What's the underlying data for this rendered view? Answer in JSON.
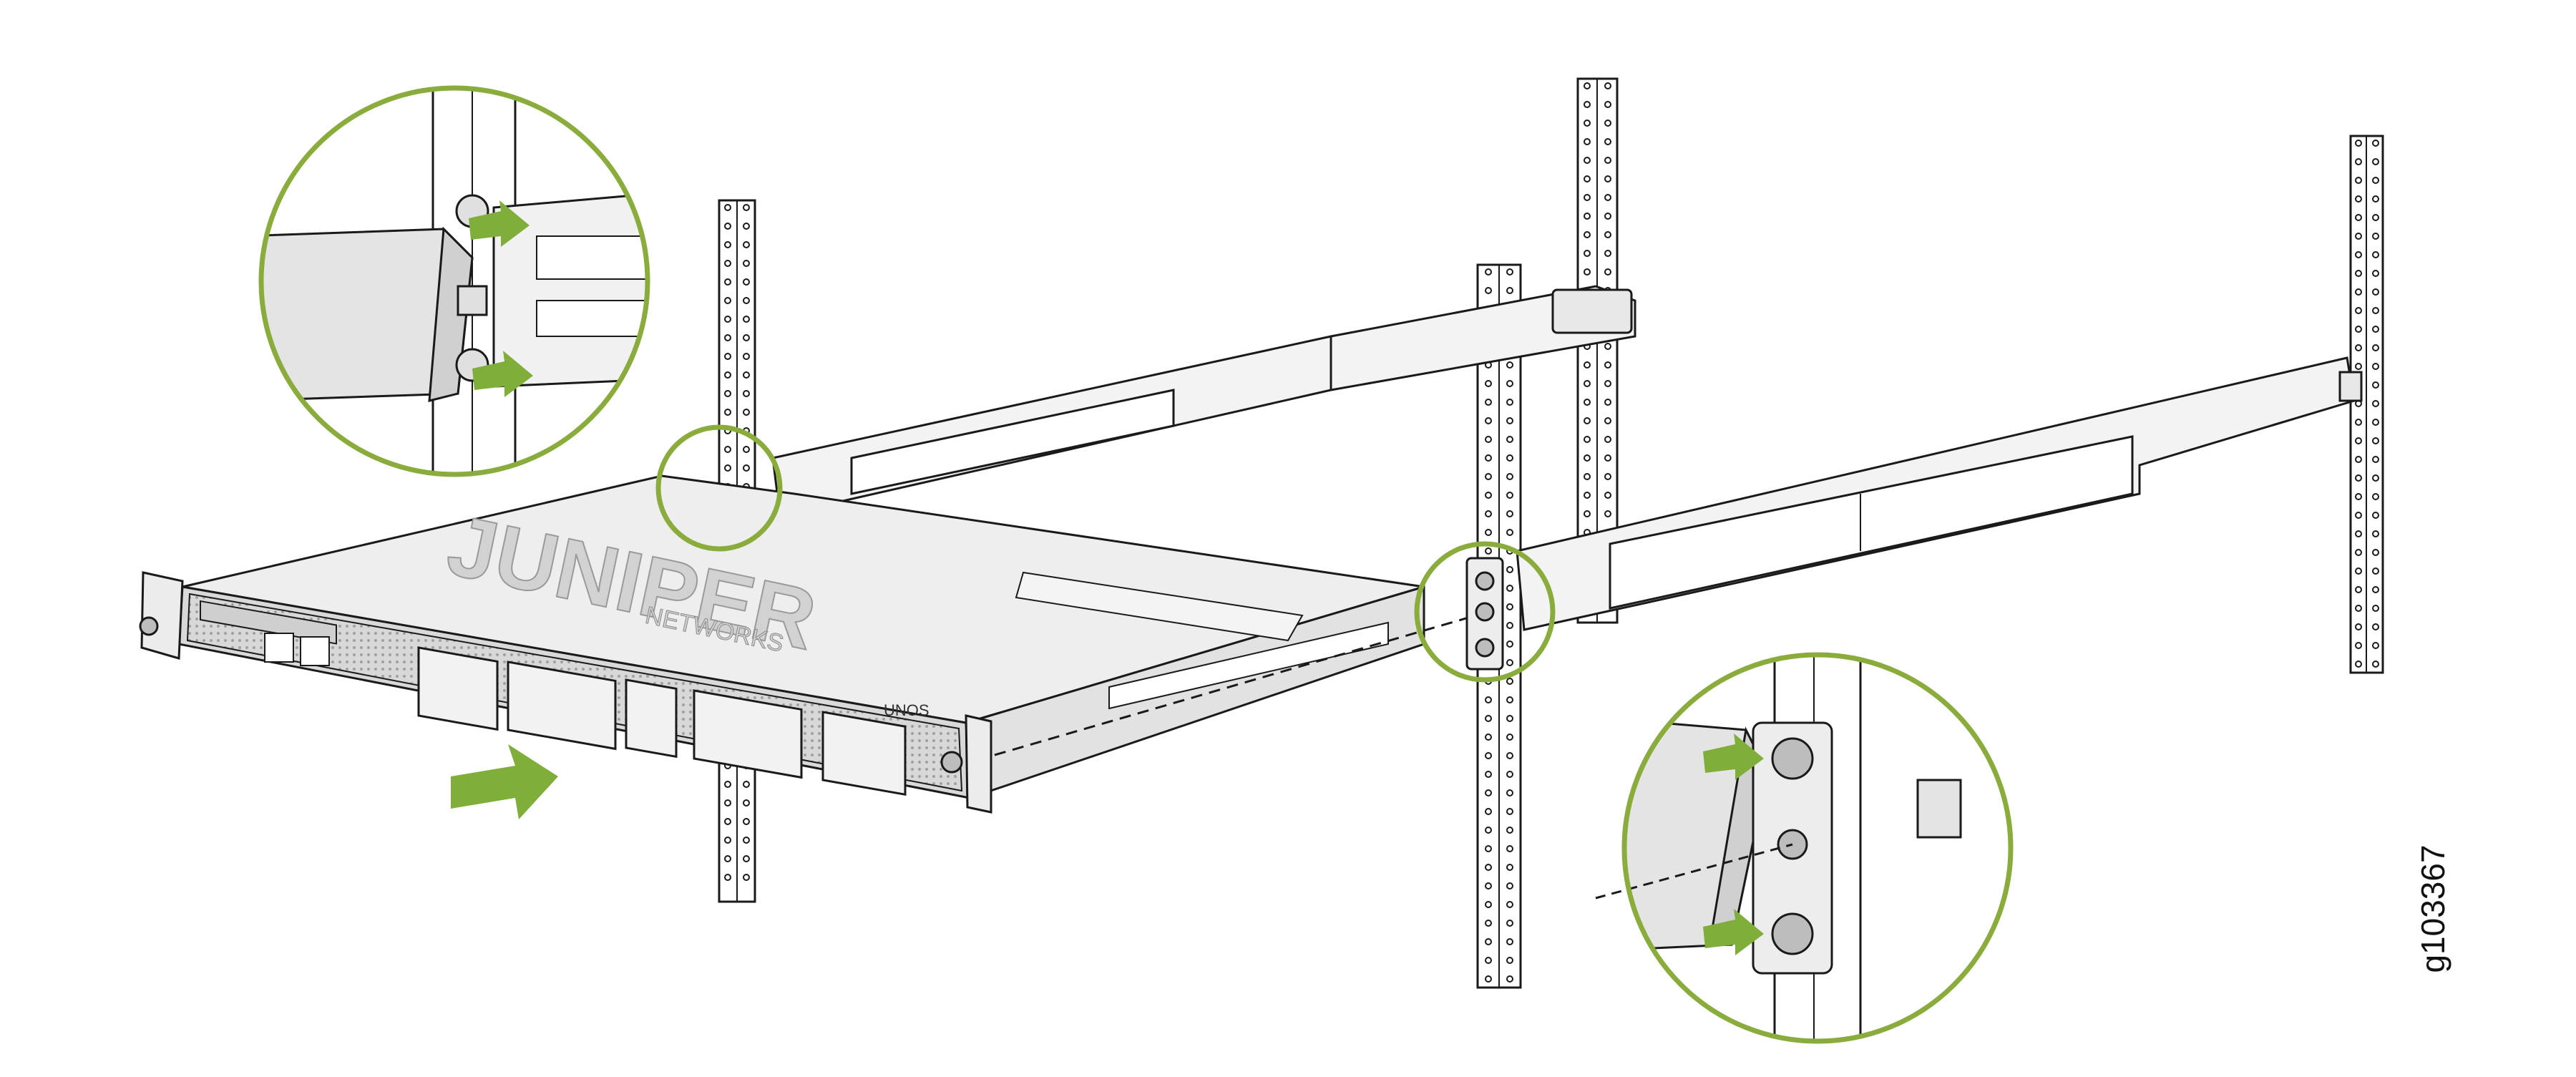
{
  "figure": {
    "id_label": "g103367",
    "device_brand": "JUNIPER",
    "device_brand_sub": "NETWORKS",
    "device_model_badge": "UNOS"
  },
  "colors": {
    "callout_ring": "#8aac3c",
    "arrow_fill": "#7fae3a",
    "line": "#1a1a1a",
    "chassis_top": "#eeeeee",
    "chassis_front": "#d9d9d9",
    "rail_fill": "#f3f3f3",
    "shade": "#cfcfcf"
  },
  "icons": [
    "insert-arrow-icon",
    "callout-arrow-icon",
    "screw-icon",
    "magnifier-callout-icon"
  ]
}
